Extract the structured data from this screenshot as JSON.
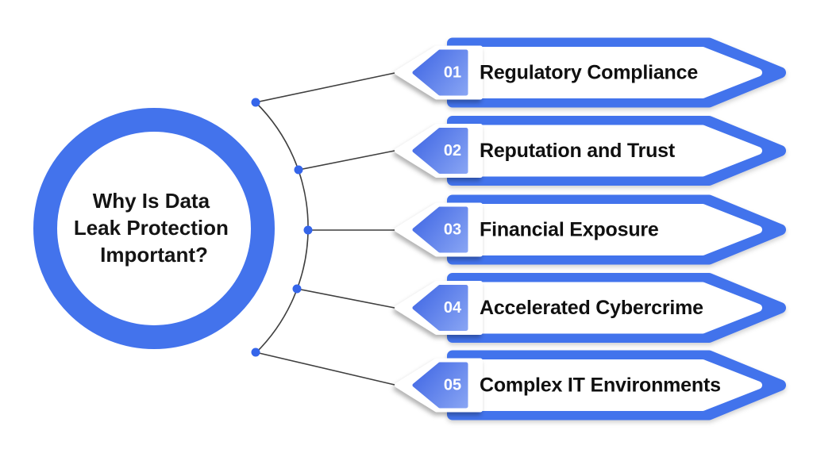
{
  "title": {
    "line1": "Why Is Data",
    "line2": "Leak Protection",
    "line3": "Important?"
  },
  "items": [
    {
      "number": "01",
      "label": "Regulatory Compliance"
    },
    {
      "number": "02",
      "label": "Reputation and Trust"
    },
    {
      "number": "03",
      "label": "Financial Exposure"
    },
    {
      "number": "04",
      "label": "Accelerated Cybercrime"
    },
    {
      "number": "05",
      "label": "Complex IT Environments"
    }
  ],
  "colors": {
    "primary_blue": "#4273ec",
    "badge_gradient_start": "#3f66e4",
    "badge_gradient_end": "#8aa6f4",
    "connector_line": "#3f3f3f",
    "connector_dot": "#3565ea",
    "label_text": "#101010",
    "title_text": "#141414",
    "background": "#ffffff"
  }
}
